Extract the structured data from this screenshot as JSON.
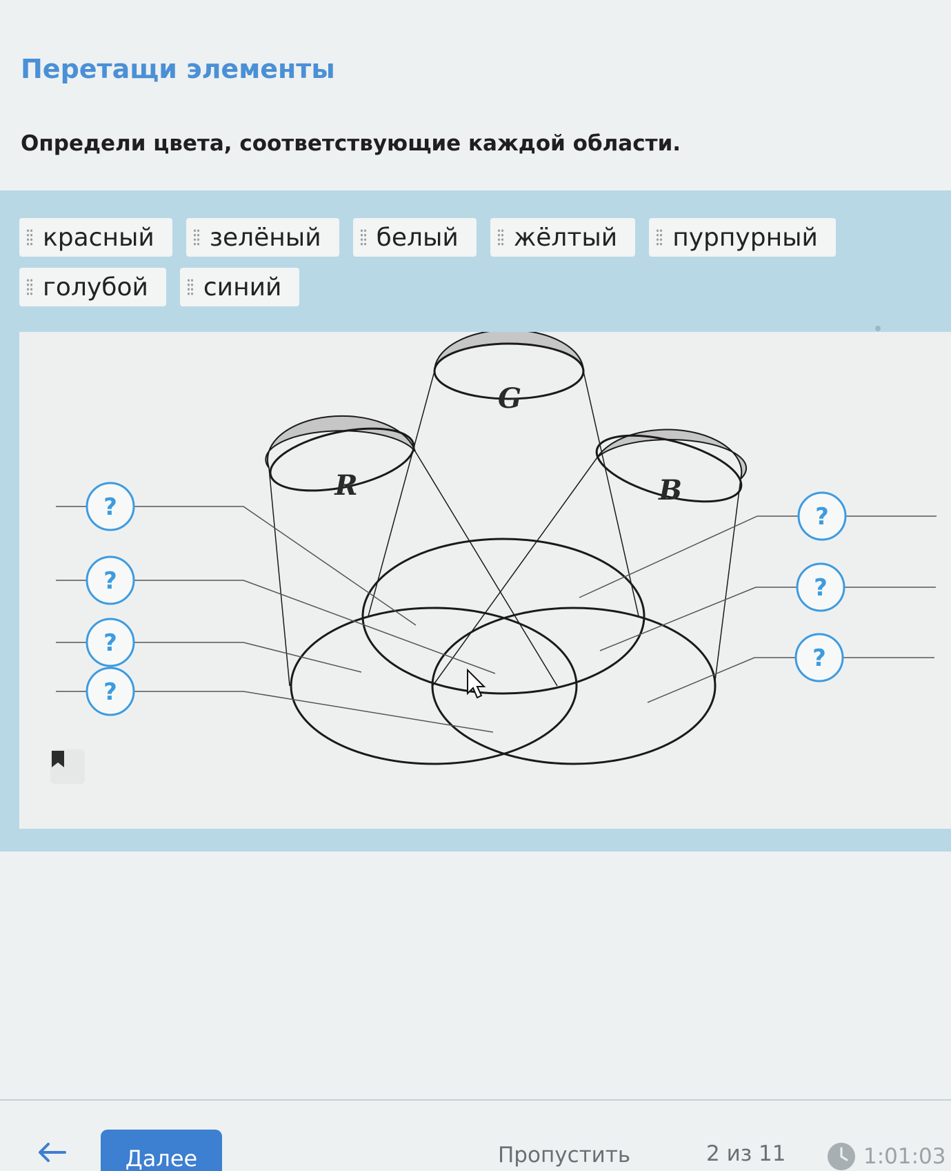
{
  "header": {
    "task_type": "Перетащи элементы",
    "instruction": "Определи цвета, соответствующие каждой области."
  },
  "chips": [
    "красный",
    "зелёный",
    "белый",
    "жёлтый",
    "пурпурный",
    "голубой",
    "синий"
  ],
  "diagram": {
    "labels": {
      "g": "G",
      "r": "R",
      "b": "B"
    },
    "drop_zone_symbol": "?"
  },
  "footer": {
    "next_label": "Далее",
    "skip_label": "Пропустить",
    "progress": "2 из 11",
    "timer": "1:01:03"
  },
  "colors": {
    "accent": "#3d7fd0",
    "title_blue": "#4a90d6",
    "drop_zone_blue": "#3d9be0",
    "drag_zone_bg": "#b8d8e6"
  },
  "icons": [
    "grip-icon",
    "bookmark-icon",
    "arrow-left-icon",
    "clock-icon",
    "mouse-cursor-icon"
  ]
}
